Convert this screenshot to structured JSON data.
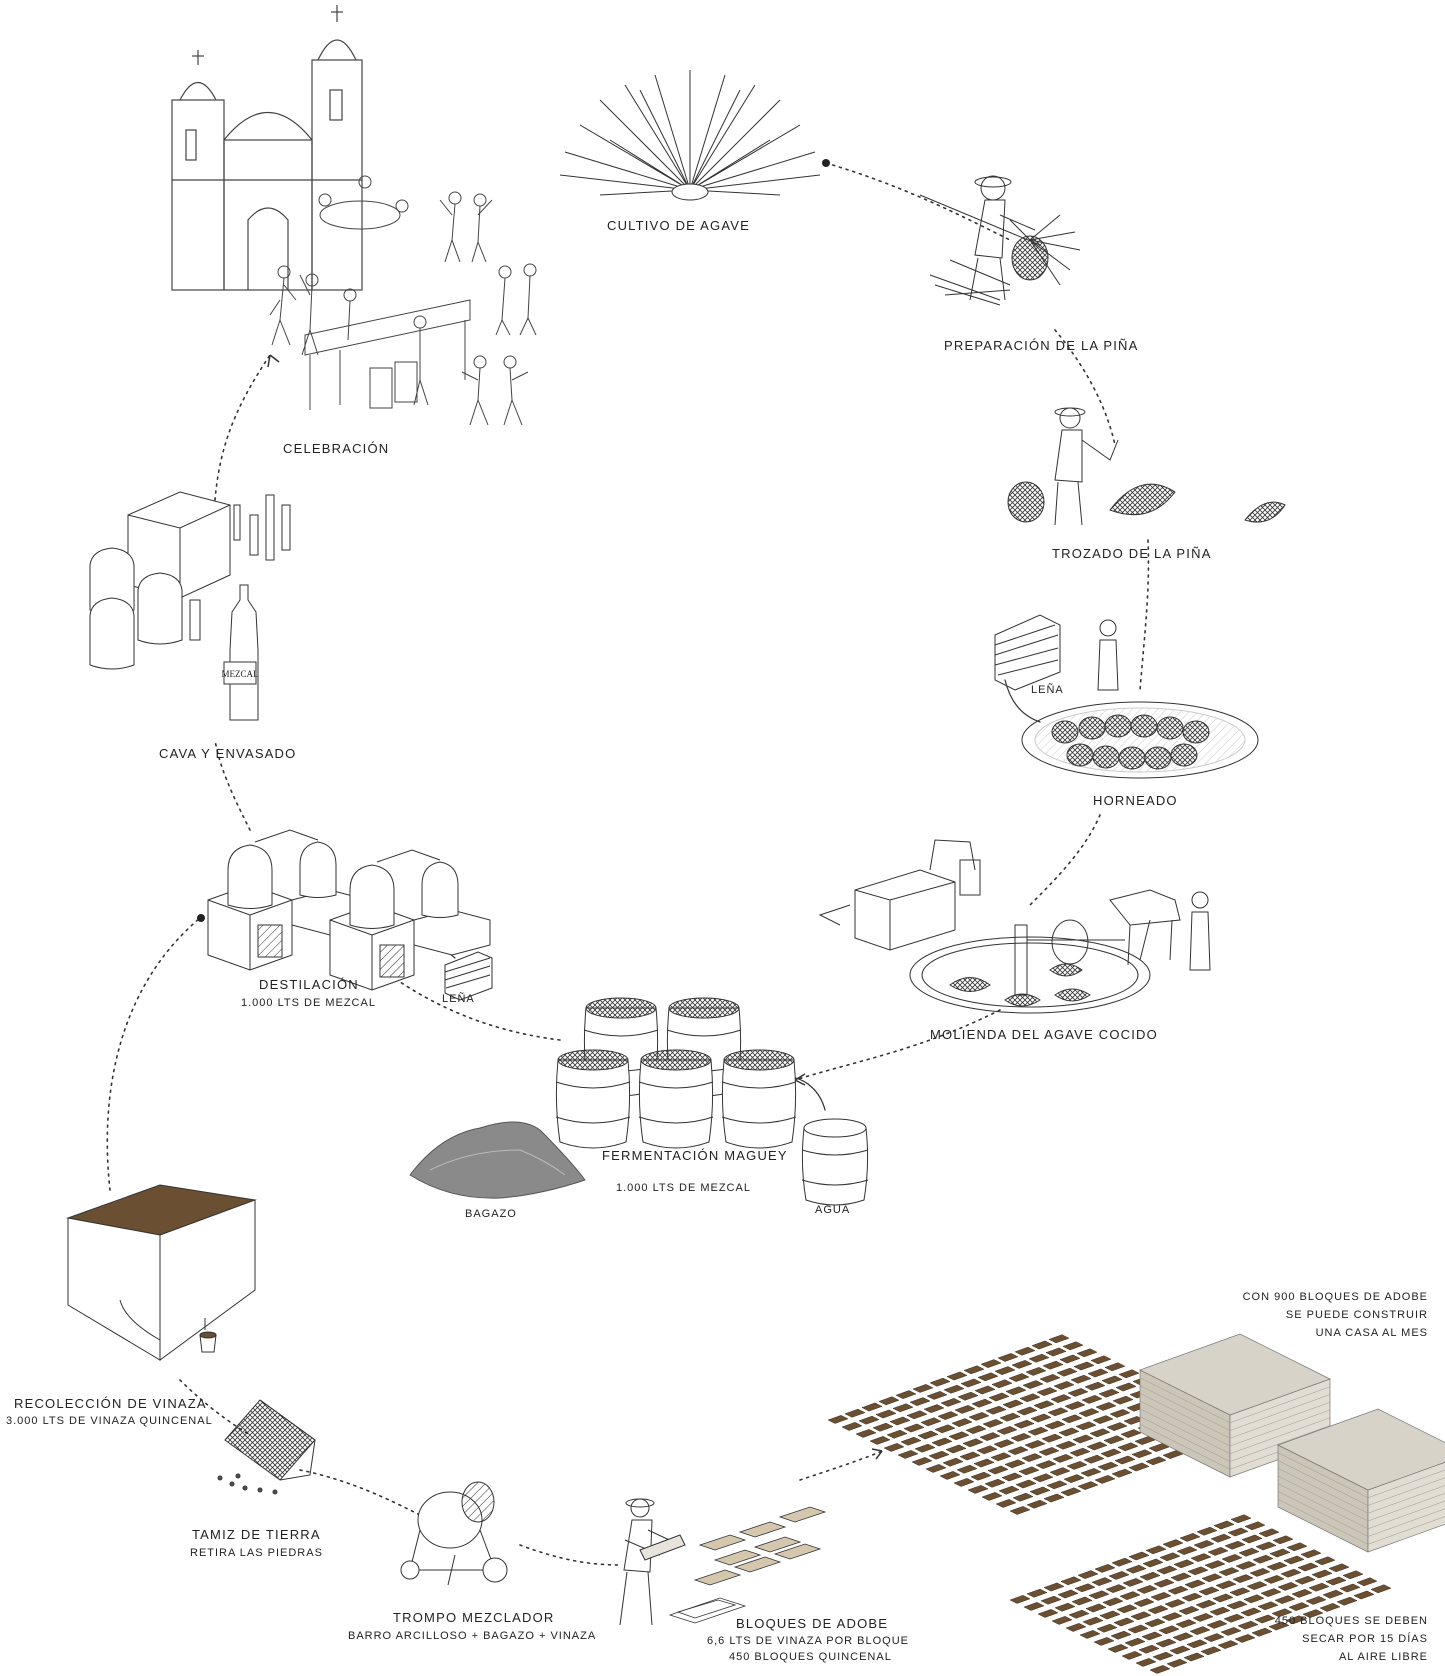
{
  "steps": {
    "cultivo": {
      "title": "CULTIVO DE AGAVE"
    },
    "preparacion": {
      "title": "PREPARACIÓN DE LA PIÑA"
    },
    "trozado": {
      "title": "TROZADO DE LA PIÑA"
    },
    "horneado": {
      "title": "HORNEADO",
      "input": "LEÑA"
    },
    "molienda": {
      "title": "MOLIENDA DEL AGAVE COCIDO"
    },
    "fermentacion": {
      "title": "FERMENTACIÓN MAGUEY",
      "subtitle": "1.000 LTS DE MEZCAL",
      "bagazo": "BAGAZO",
      "agua": "AGUA"
    },
    "destilacion": {
      "title": "DESTILACIÓN",
      "subtitle": "1.000 LTS DE MEZCAL",
      "input": "LEÑA"
    },
    "cava": {
      "title": "CAVA Y ENVASADO",
      "bottle_label": "MEZCAL"
    },
    "celebracion": {
      "title": "CELEBRACIÓN"
    },
    "vinaza": {
      "title": "RECOLECCIÓN DE VINAZA",
      "subtitle": "3.000 LTS DE VINAZA QUINCENAL"
    },
    "tamiz": {
      "title": "TAMIZ DE TIERRA",
      "subtitle": "RETIRA LAS PIEDRAS"
    },
    "trompo": {
      "title": "TROMPO MEZCLADOR",
      "subtitle": "BARRO ARCILLOSO + BAGAZO + VINAZA"
    },
    "bloques": {
      "title": "BLOQUES DE ADOBE",
      "line1": "6,6 LTS DE VINAZA POR BLOQUE",
      "line2": "450 BLOQUES QUINCENAL"
    }
  },
  "notes": {
    "casa": [
      "CON 900 BLOQUES DE ADOBE",
      "SE PUEDE CONSTRUIR",
      "UNA CASA AL MES"
    ],
    "secado": [
      "450 BLOQUES SE DEBEN",
      "SECAR POR 15 DÍAS",
      "AL AIRE LIBRE"
    ]
  },
  "colors": {
    "line": "#333333",
    "adobe": "#6b4f33",
    "adobe_stack": "#d8d3c8",
    "stone": "#8a8a8a"
  }
}
